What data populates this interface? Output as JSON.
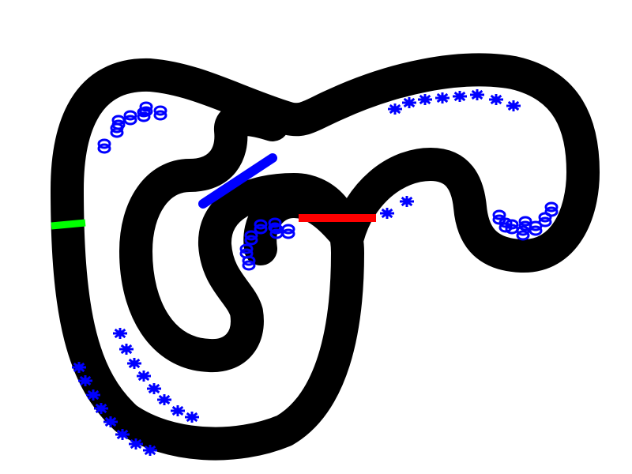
{
  "scene": {
    "background_color": "#ffffff",
    "track_color": "#000000",
    "start_line_color": "#00ff00",
    "finish_line_color": "#ff0000",
    "obstacle_color": "#0000ff"
  },
  "elements": {
    "track": {
      "type": "road",
      "icon": "race-track"
    },
    "start_line": {
      "type": "checkpoint",
      "icon": "start-line"
    },
    "finish_line": {
      "type": "checkpoint",
      "icon": "finish-line"
    },
    "barrier": {
      "type": "obstacle",
      "icon": "blue-bar"
    },
    "tire_groups": {
      "type": "obstacle",
      "icon": "tire-stack"
    },
    "bush_groups": {
      "type": "obstacle",
      "icon": "shrub"
    }
  }
}
